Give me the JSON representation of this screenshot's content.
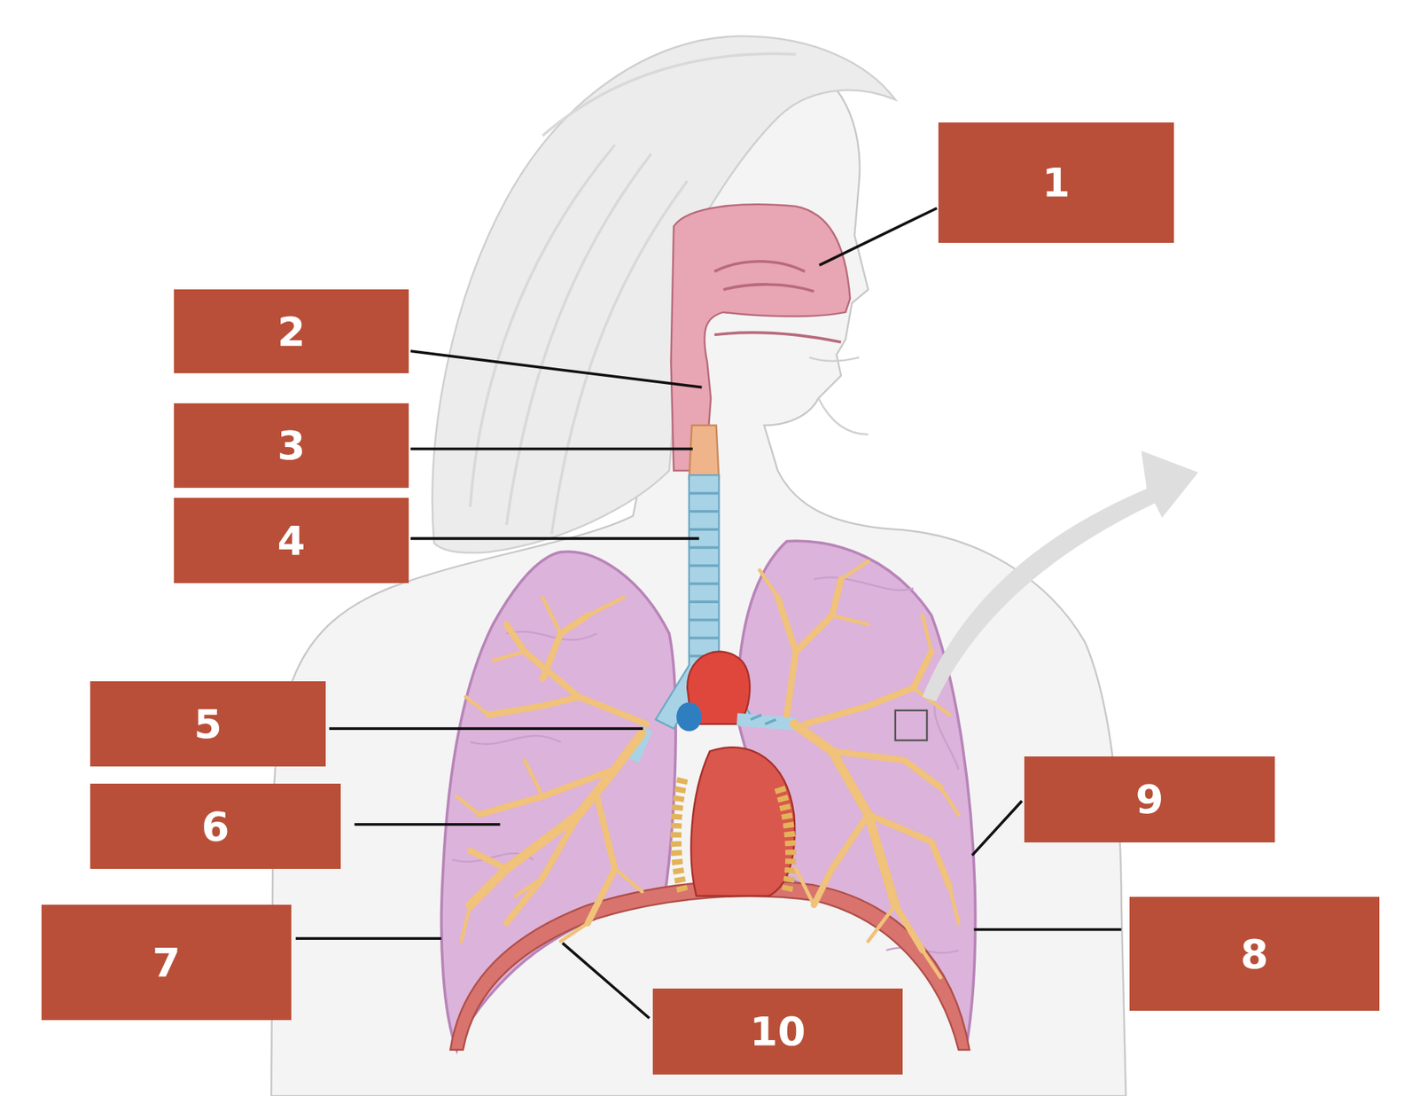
{
  "diagram": {
    "nodes": [
      {
        "text": [
          "1"
        ]
      },
      {
        "text": [
          "2"
        ]
      },
      {
        "text": [
          "3"
        ]
      },
      {
        "text": [
          "4"
        ]
      },
      {
        "text": [
          "5"
        ]
      },
      {
        "text": [
          "9"
        ]
      },
      {
        "text": [
          "6"
        ]
      },
      {
        "text": [
          "8"
        ]
      },
      {
        "text": [
          "7"
        ]
      },
      {
        "text": [
          "10"
        ]
      }
    ]
  }
}
